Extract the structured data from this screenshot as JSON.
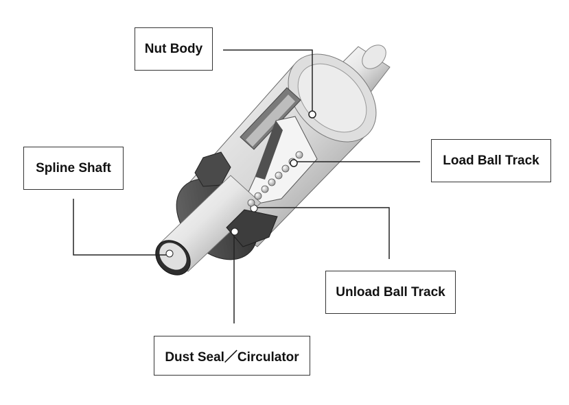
{
  "labels": {
    "nut_body": "Nut Body",
    "spline_shaft": "Spline Shaft",
    "load_ball_track": "Load Ball Track",
    "unload_ball_track": "Unload Ball Track",
    "dust_seal": "Dust Seal／Circulator"
  },
  "colors": {
    "background": "#ffffff",
    "leader_line": "#222222",
    "metal_light": "#f2f2f2",
    "metal_mid": "#c8c8c8",
    "metal_dark": "#5a5a5a",
    "seal": "#3a3a3a"
  }
}
